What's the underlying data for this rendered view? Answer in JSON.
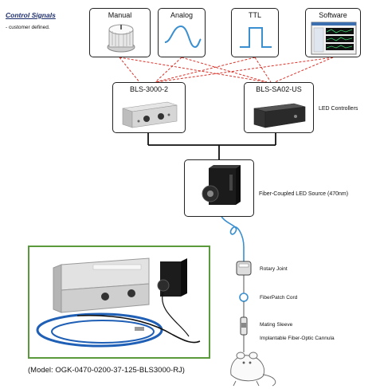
{
  "control_signals": {
    "title": "Control Signals",
    "subtitle": "- customer defined."
  },
  "inputs": [
    {
      "label": "Manual",
      "icon": "knob-icon"
    },
    {
      "label": "Analog",
      "icon": "sine-wave-icon"
    },
    {
      "label": "TTL",
      "icon": "pulse-icon"
    },
    {
      "label": "Software",
      "icon": "software-window-icon"
    }
  ],
  "controllers": {
    "left": "BLS-3000-2",
    "right": "BLS-SA02-US",
    "group_label": "LED Controllers"
  },
  "source": {
    "label": "Fiber-Coupled LED Source (470nm)"
  },
  "fiber_chain": {
    "rotary_joint": "Rotary Joint",
    "patch_cord": "FiberPatch Cord",
    "mating_sleeve": "Mating Sleeve",
    "cannula": "Implantable Fiber-Optic Cannula"
  },
  "model_caption": "(Model: OGK-0470-0200-37-125-BLS3000-RJ)",
  "colors": {
    "title_blue": "#1e2f6e",
    "dashed_red": "#d9342b",
    "fiber_blue": "#3a8fd0",
    "photo_frame": "#5a9a3c"
  }
}
